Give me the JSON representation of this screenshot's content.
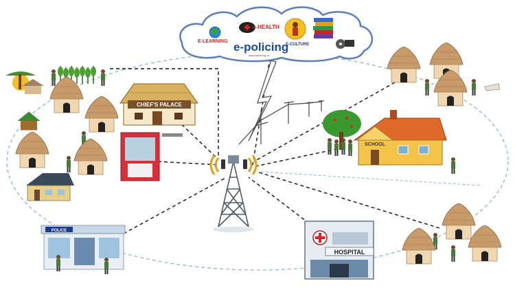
{
  "cloud": {
    "elearning_label": "E-LEARNING",
    "ehealth_label": "e-HEALTH",
    "epolicing_label": "e-policing",
    "epolicing_sub": "www.epolicing.co",
    "eculture_label": "E-CULTURE",
    "colors": {
      "border": "#5b7fb8",
      "fill": "#ffffff"
    }
  },
  "labels": {
    "chiefs_palace": "CHIEF'S PALACE",
    "school": "SCHOOL",
    "hospital": "HOSPITAL",
    "police": "POLICE"
  },
  "colors": {
    "link_line": "#111111",
    "ellipse": "#7fa8d9",
    "hut_roof": "#c9a27a",
    "hut_wall": "#f2d6b0",
    "tower": "#4a5a6a",
    "signal": "#e0a21a",
    "school_wall": "#f4c34a",
    "school_roof": "#d9602a",
    "hospital_cross": "#e02020"
  }
}
